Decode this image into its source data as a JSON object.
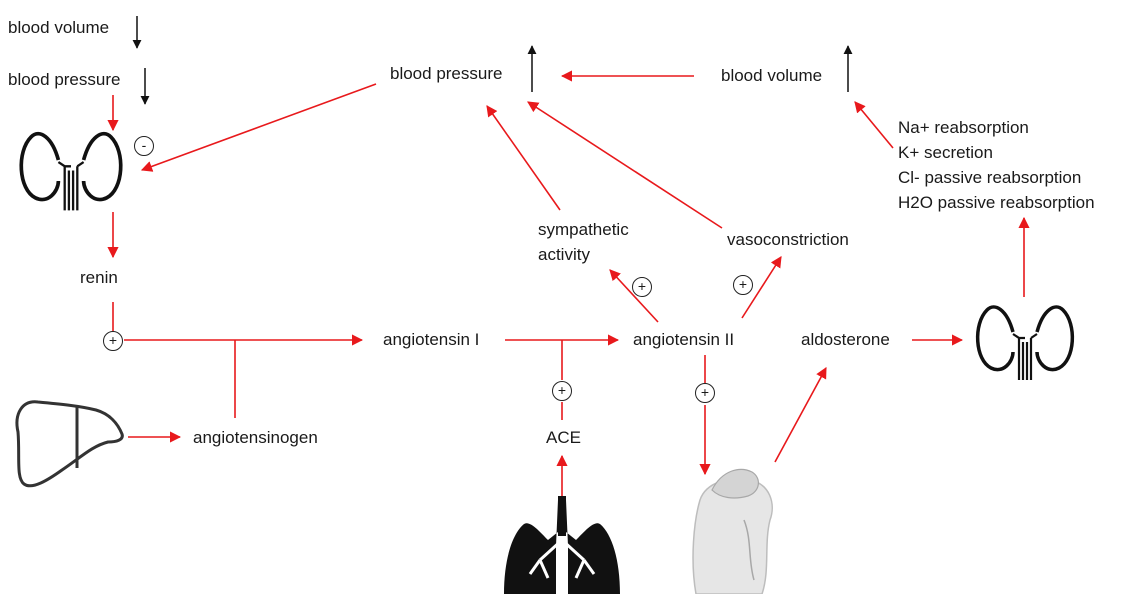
{
  "labels": {
    "blood_volume_low": "blood volume",
    "blood_pressure_low": "blood pressure",
    "blood_pressure_high": "blood pressure",
    "blood_volume_high": "blood volume",
    "na_reabsorption": "Na+ reabsorption",
    "k_secretion": "K+ secretion",
    "cl_reabsorption": "Cl- passive reabsorption",
    "h2o_reabsorption": "H2O passive reabsorption",
    "renin": "renin",
    "sympathetic_line1": "sympathetic",
    "sympathetic_line2": "activity",
    "vasoconstriction": "vasoconstriction",
    "angiotensin_1": "angiotensin I",
    "angiotensin_2": "angiotensin II",
    "aldosterone": "aldosterone",
    "angiotensinogen": "angiotensinogen",
    "ace": "ACE"
  },
  "signs": {
    "minus": "-",
    "plus": "+"
  },
  "colors": {
    "arrow_red": "#e8191c",
    "arrow_black": "#111111",
    "text": "#1a1a1a"
  },
  "icons": [
    "kidney-icon",
    "liver-icon",
    "lungs-icon",
    "adrenal-gland-icon"
  ]
}
